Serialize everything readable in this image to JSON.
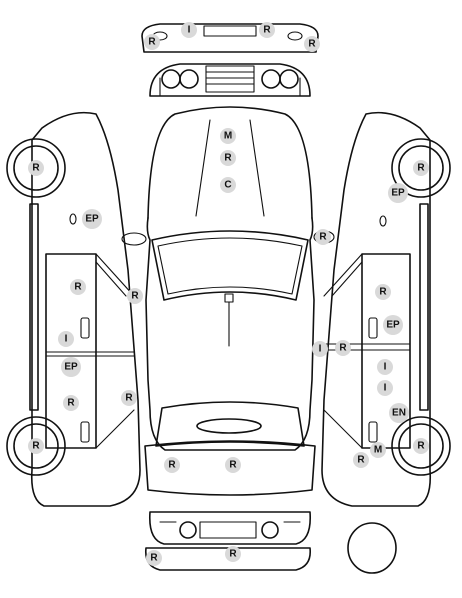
{
  "diagram": {
    "markers": [
      {
        "id": "front-bumper-r-left",
        "code": "R"
      },
      {
        "id": "front-bumper-i",
        "code": "I"
      },
      {
        "id": "front-bumper-r-mid",
        "code": "R"
      },
      {
        "id": "front-bumper-r-right",
        "code": "R"
      },
      {
        "id": "hood-m",
        "code": "M"
      },
      {
        "id": "hood-r",
        "code": "R"
      },
      {
        "id": "hood-c",
        "code": "C"
      },
      {
        "id": "left-front-wheel-r",
        "code": "R"
      },
      {
        "id": "left-fender-ep",
        "code": "EP"
      },
      {
        "id": "left-front-door-r",
        "code": "R"
      },
      {
        "id": "left-mirror-r",
        "code": "R"
      },
      {
        "id": "left-front-door-i",
        "code": "I"
      },
      {
        "id": "left-rear-door-ep",
        "code": "EP"
      },
      {
        "id": "left-rear-door-r",
        "code": "R"
      },
      {
        "id": "left-rear-pillar-r",
        "code": "R"
      },
      {
        "id": "left-rear-wheel-r",
        "code": "R"
      },
      {
        "id": "right-front-wheel-r",
        "code": "R"
      },
      {
        "id": "right-fender-ep",
        "code": "EP"
      },
      {
        "id": "right-mirror-r",
        "code": "R"
      },
      {
        "id": "right-front-door-r",
        "code": "R"
      },
      {
        "id": "right-front-door-ep",
        "code": "EP"
      },
      {
        "id": "right-door-i-edge",
        "code": "I"
      },
      {
        "id": "right-pillar-r",
        "code": "R"
      },
      {
        "id": "right-rear-door-i1",
        "code": "I"
      },
      {
        "id": "right-rear-door-i2",
        "code": "I"
      },
      {
        "id": "right-rear-en",
        "code": "EN"
      },
      {
        "id": "right-rear-wheel-r",
        "code": "R"
      },
      {
        "id": "right-quarter-r",
        "code": "R"
      },
      {
        "id": "right-quarter-m",
        "code": "M"
      },
      {
        "id": "trunk-r-left",
        "code": "R"
      },
      {
        "id": "trunk-r-right",
        "code": "R"
      },
      {
        "id": "rear-bumper-r-left",
        "code": "R"
      },
      {
        "id": "rear-bumper-r-mid",
        "code": "R"
      }
    ]
  }
}
